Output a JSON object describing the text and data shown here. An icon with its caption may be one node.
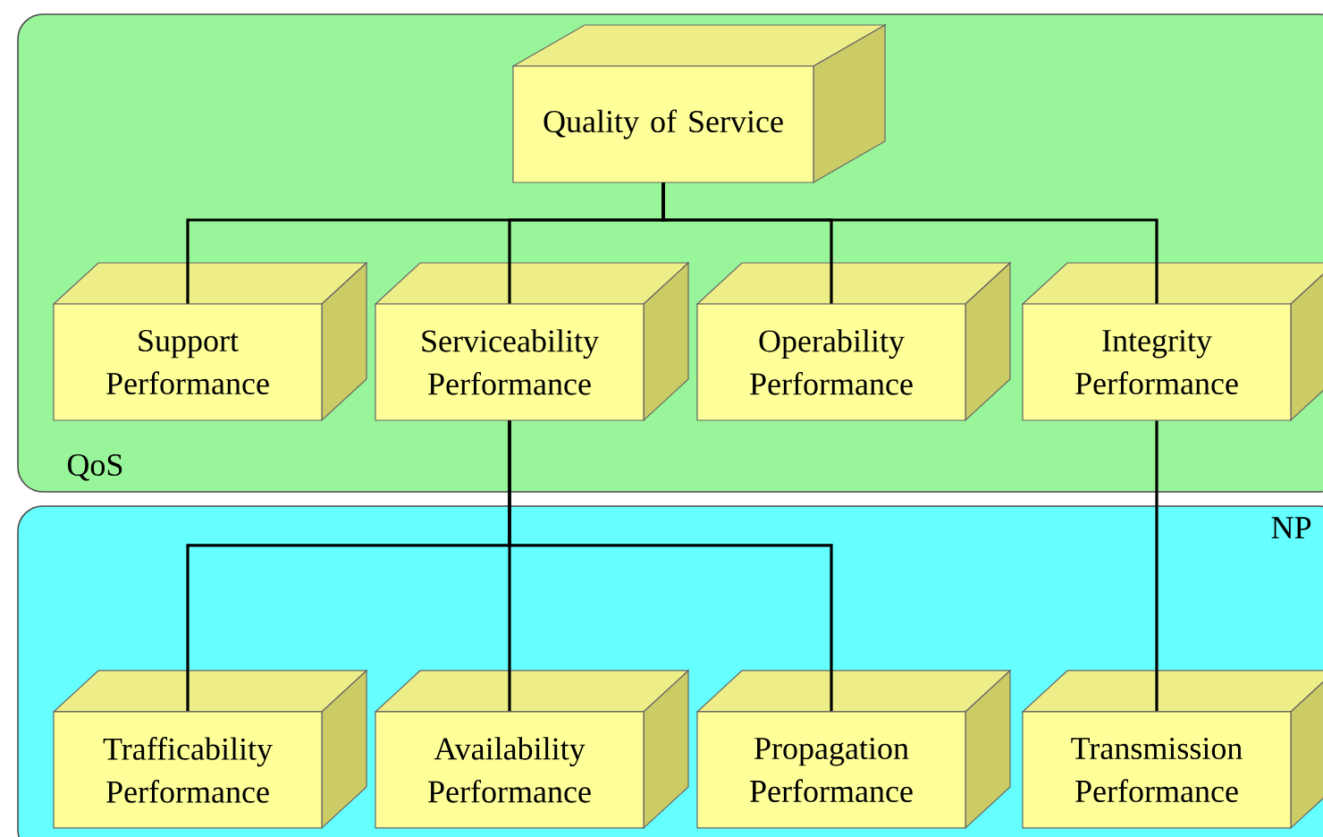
{
  "diagram": {
    "nodes": [
      {
        "text": [
          "QoS"
        ]
      },
      {
        "text": [
          "Quality of Service"
        ],
        "in": 0
      },
      {
        "text": [
          "Support Performance"
        ],
        "in": 0
      },
      {
        "text": [
          "Serviceability Performance"
        ],
        "in": 0
      },
      {
        "text": [
          "Operability Performance"
        ],
        "in": 0
      },
      {
        "text": [
          "Integrity Performance"
        ],
        "in": 0
      },
      {
        "text": [
          "NP"
        ]
      },
      {
        "text": [
          "Trafficability Performance"
        ],
        "in": 6
      },
      {
        "text": [
          "Availability Performance"
        ],
        "in": 6
      },
      {
        "text": [
          "Propagation Performance"
        ],
        "in": 6
      },
      {
        "text": [
          "Transmission Performance"
        ],
        "in": 6
      }
    ],
    "edges": [
      {
        "from": 1,
        "to": 2,
        "arrow": "none"
      },
      {
        "from": 1,
        "to": 3,
        "arrow": "none"
      },
      {
        "from": 1,
        "to": 4,
        "arrow": "none"
      },
      {
        "from": 1,
        "to": 5,
        "arrow": "none"
      },
      {
        "from": 3,
        "to": 7,
        "arrow": "none"
      },
      {
        "from": 3,
        "to": 8,
        "arrow": "none"
      },
      {
        "from": 3,
        "to": 9,
        "arrow": "none"
      },
      {
        "from": 5,
        "to": 10,
        "arrow": "none"
      }
    ]
  }
}
